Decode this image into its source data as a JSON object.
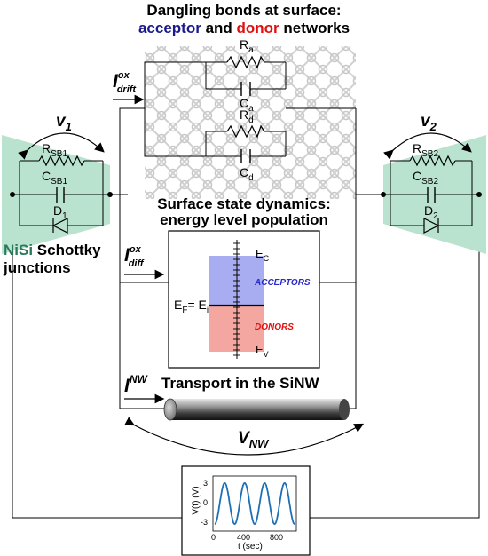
{
  "title": {
    "line1": "Dangling bonds at surface:",
    "acceptor": "acceptor",
    "and": " and ",
    "donor": "donor",
    "networks": " networks"
  },
  "surface_components": {
    "ra": {
      "main": "R",
      "sub": "a"
    },
    "ca": {
      "main": "C",
      "sub": "a"
    },
    "rd": {
      "main": "R",
      "sub": "d"
    },
    "cd": {
      "main": "C",
      "sub": "d"
    }
  },
  "currents": {
    "drift": {
      "main": "I",
      "sup": "ox",
      "sub": "drift"
    },
    "diff": {
      "main": "I",
      "sup": "ox",
      "sub": "diff"
    },
    "nw": {
      "main": "I",
      "sup": "NW"
    }
  },
  "voltages": {
    "v1": {
      "main": "v",
      "sub": "1"
    },
    "v2": {
      "main": "v",
      "sub": "2"
    },
    "vnw": {
      "main": "V",
      "sub": "NW"
    }
  },
  "junction1": {
    "r": {
      "main": "R",
      "sub": "SB1"
    },
    "c": {
      "main": "C",
      "sub": "SB1"
    },
    "d": {
      "main": "D",
      "sub": "1"
    }
  },
  "junction2": {
    "r": {
      "main": "R",
      "sub": "SB2"
    },
    "c": {
      "main": "C",
      "sub": "SB2"
    },
    "d": {
      "main": "D",
      "sub": "2"
    }
  },
  "junction_label": {
    "nisi": "NiSi",
    "schottky": " Schottky",
    "junctions": "junctions"
  },
  "surface_state": {
    "title1": "Surface state dynamics:",
    "title2": "energy level population",
    "ec": {
      "main": "E",
      "sub": "C"
    },
    "ev": {
      "main": "E",
      "sub": "V"
    },
    "ef": {
      "main": "E",
      "sub": "F",
      "mid": "= E",
      "sub2": "i"
    },
    "acceptors": "ACCEPTORS",
    "donors": "DONORS"
  },
  "transport_label": "Transport in the SiNW",
  "colors": {
    "acceptor": "#1a1a8c",
    "donor": "#e01010",
    "nisi": "#2a7a5a",
    "junction_fill": "#b9e2cf",
    "acceptor_band": "#a8acf0",
    "donor_band": "#f4a7a0",
    "signal": "#1f6fb5"
  },
  "source_plot": {
    "ylabel": "V(t) (V)",
    "xlabel": "t (sec)",
    "yticks": [
      "3",
      "0",
      "-3"
    ],
    "xticks": [
      "0",
      "400",
      "800"
    ]
  },
  "chart_data": {
    "type": "line",
    "title": "",
    "xlabel": "t (sec)",
    "ylabel": "V(t) (V)",
    "xlim": [
      0,
      1000
    ],
    "ylim": [
      -3.5,
      3.5
    ],
    "series": [
      {
        "waveform": "sine",
        "amplitude": 3,
        "period": 250,
        "t_start": 0,
        "t_end": 1000
      }
    ]
  }
}
